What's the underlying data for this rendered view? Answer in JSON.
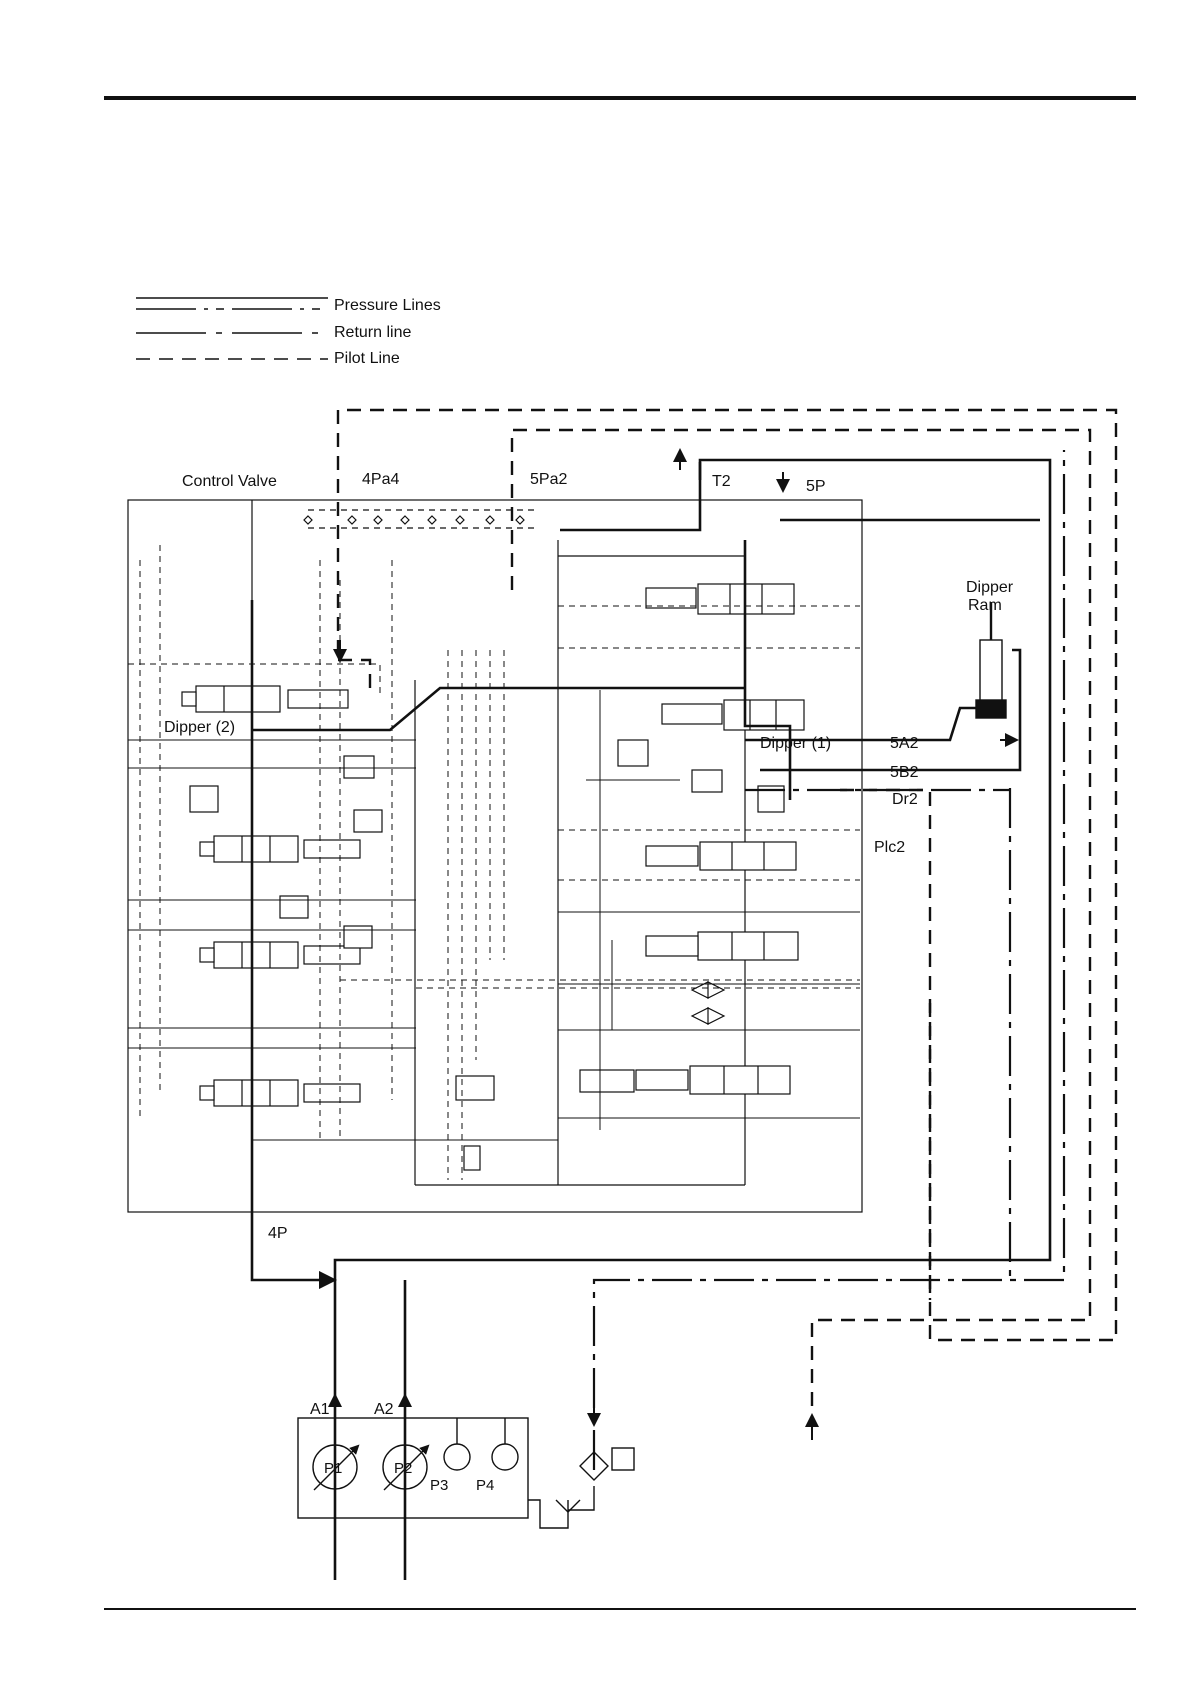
{
  "legend": {
    "pressure": "Pressure Lines",
    "return": "Return line",
    "pilot": "Pilot Line"
  },
  "labels": {
    "control_valve": "Control Valve",
    "port_4pa4": "4Pa4",
    "port_5pa2": "5Pa2",
    "port_t2": "T2",
    "port_5p": "5P",
    "dipper_ram_1": "Dipper",
    "dipper_ram_2": "Ram",
    "dipper_2": "Dipper (2)",
    "dipper_1": "Dipper (1)",
    "port_5a2": "5A2",
    "port_5b2": "5B2",
    "port_dr2": "Dr2",
    "port_plc2": "Plc2",
    "port_4p": "4P",
    "port_a1": "A1",
    "port_a2": "A2",
    "pump_p1": "P1",
    "pump_p2": "P2",
    "pump_p3": "P3",
    "pump_p4": "P4"
  }
}
